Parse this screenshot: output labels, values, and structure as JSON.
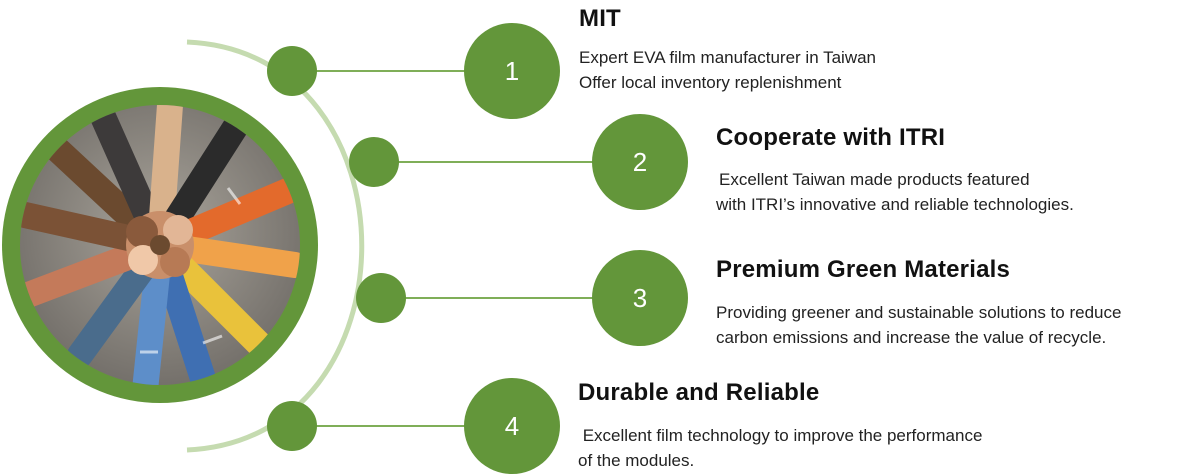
{
  "colors": {
    "accent": "#63963a",
    "arc": "#c5dbb0",
    "connector": "#7fae58",
    "text": "#111111"
  },
  "hero_image": {
    "icon": "stacked-hands-photo"
  },
  "items": [
    {
      "number": "1",
      "title": "MIT",
      "lines": [
        "Expert EVA film manufacturer in Taiwan",
        "Offer local inventory replenishment"
      ]
    },
    {
      "number": "2",
      "title": "Cooperate with ITRI",
      "lines": [
        "Excellent Taiwan made products featured",
        "with ITRI’s innovative and reliable technologies."
      ]
    },
    {
      "number": "3",
      "title": "Premium Green Materials",
      "lines": [
        "Providing greener and sustainable solutions to reduce",
        "carbon emissions and increase the value of recycle."
      ]
    },
    {
      "number": "4",
      "title": "Durable and Reliable",
      "lines": [
        " Excellent film technology to improve the performance",
        "of the modules."
      ]
    }
  ]
}
